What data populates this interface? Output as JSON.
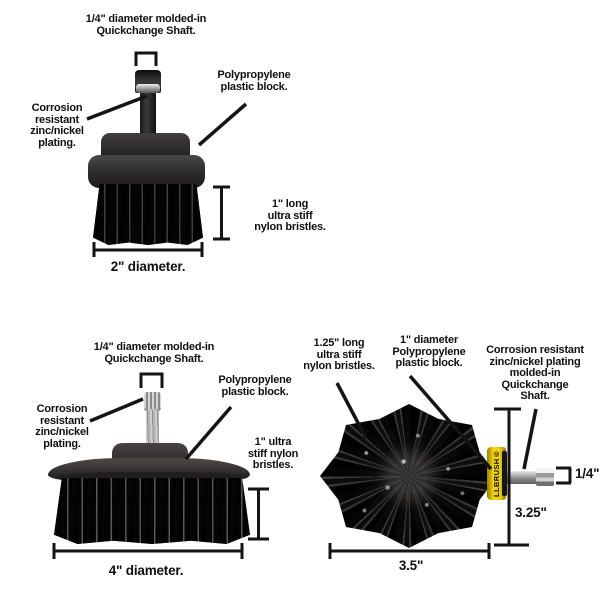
{
  "image_type": "annotated product diagram of drill brush attachments",
  "colors": {
    "background": "#ffffff",
    "annotation": "#141414",
    "bristle_black": "#0d0d0d",
    "block_gray": "#2f2d2e",
    "metal_silver": "#c0c0c0",
    "brand_yellow": "#e9cb1b"
  },
  "diagrams": {
    "two_inch": {
      "shaft_label": [
        "1/4\" diameter molded-in",
        "Quickchange Shaft."
      ],
      "block_label": [
        "Polypropylene",
        "plastic block."
      ],
      "plating_label": [
        "Corrosion",
        "resistant",
        "zinc/nickel",
        "plating."
      ],
      "bristle_label": [
        "1\" long",
        "ultra stiff",
        "nylon bristles."
      ],
      "diameter_label": "2\" diameter."
    },
    "four_inch": {
      "shaft_label": [
        "1/4\" diameter molded-in",
        "Quickchange Shaft."
      ],
      "block_label": [
        "Polypropylene",
        "plastic block."
      ],
      "plating_label": [
        "Corrosion",
        "resistant",
        "zinc/nickel",
        "plating."
      ],
      "bristle_label": [
        "1\" ultra",
        "stiff nylon",
        "bristles."
      ],
      "diameter_label": "4\" diameter."
    },
    "cylinder": {
      "bristle_label": [
        "1.25\" long",
        "ultra stiff",
        "nylon bristles."
      ],
      "block_label": [
        "1\" diameter",
        "Polypropylene",
        "plastic block."
      ],
      "shaft_label": [
        "Corrosion resistant",
        "zinc/nickel plating",
        "molded-in",
        "Quickchange",
        "Shaft."
      ],
      "shaft_diameter_measure": "1/4\"",
      "length_measure": "3.25\"",
      "width_measure": "3.5\"",
      "brand_text": "LLBRUSH®"
    }
  }
}
